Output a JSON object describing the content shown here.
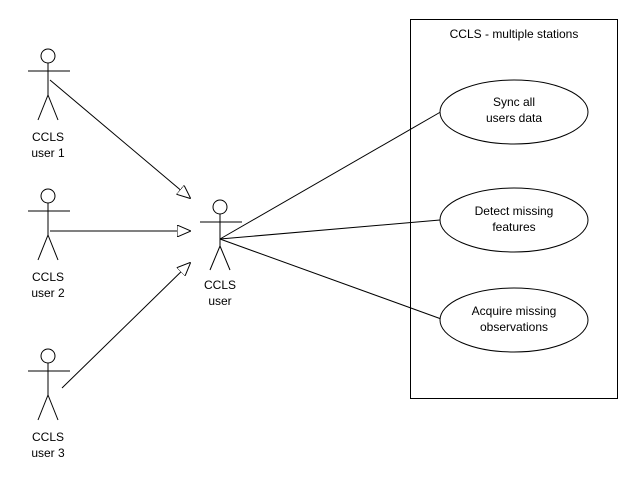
{
  "system_boundary": {
    "title": "CCLS - multiple stations"
  },
  "actors": {
    "user1": {
      "line1": "CCLS",
      "line2": "user 1"
    },
    "user2": {
      "line1": "CCLS",
      "line2": "user 2"
    },
    "user3": {
      "line1": "CCLS",
      "line2": "user 3"
    },
    "main": {
      "line1": "CCLS",
      "line2": "user"
    }
  },
  "use_cases": {
    "sync": {
      "line1": "Sync all",
      "line2": "users data"
    },
    "detect": {
      "line1": "Detect missing",
      "line2": "features"
    },
    "acquire": {
      "line1": "Acquire missing",
      "line2": "observations"
    }
  }
}
